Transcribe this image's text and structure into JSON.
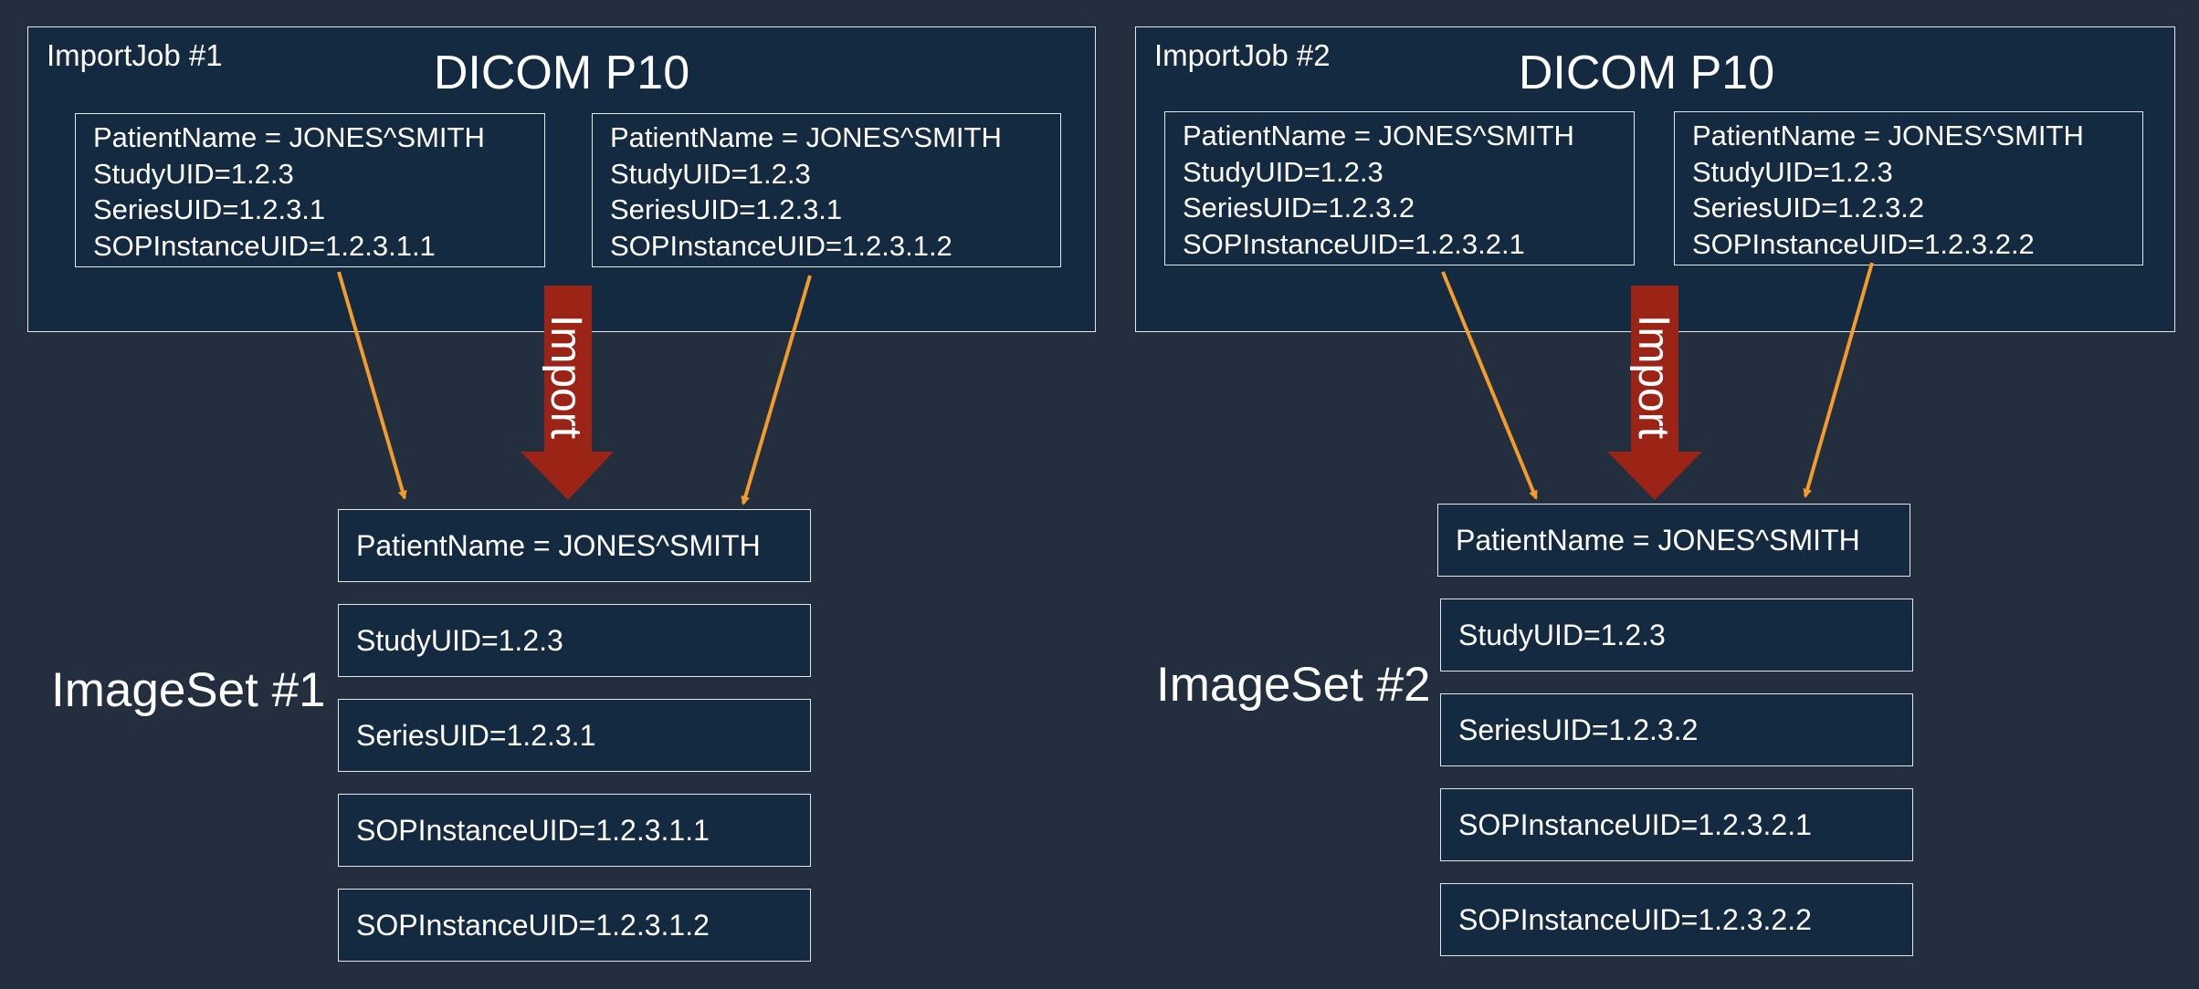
{
  "colors": {
    "background": "#232f3e",
    "box_fill": "#132a40",
    "arrow_orange": "#f39c2b",
    "import_arrow": "#9b2416"
  },
  "job1": {
    "label": "ImportJob #1",
    "title": "DICOM P10",
    "file_a": {
      "patient": "PatientName = JONES^SMITH",
      "study": "StudyUID=1.2.3",
      "series": "SeriesUID=1.2.3.1",
      "sop": "SOPInstanceUID=1.2.3.1.1"
    },
    "file_b": {
      "patient": "PatientName = JONES^SMITH",
      "study": "StudyUID=1.2.3",
      "series": "SeriesUID=1.2.3.1",
      "sop": "SOPInstanceUID=1.2.3.1.2"
    },
    "import_label": "Import"
  },
  "job2": {
    "label": "ImportJob #2",
    "title": "DICOM P10",
    "file_a": {
      "patient": "PatientName = JONES^SMITH",
      "study": "StudyUID=1.2.3",
      "series": "SeriesUID=1.2.3.2",
      "sop": "SOPInstanceUID=1.2.3.2.1"
    },
    "file_b": {
      "patient": "PatientName = JONES^SMITH",
      "study": "StudyUID=1.2.3",
      "series": "SeriesUID=1.2.3.2",
      "sop": "SOPInstanceUID=1.2.3.2.2"
    },
    "import_label": "Import"
  },
  "imageset1": {
    "label": "ImageSet #1",
    "patient": "PatientName = JONES^SMITH",
    "study": "StudyUID=1.2.3",
    "series": "SeriesUID=1.2.3.1",
    "sop1": "SOPInstanceUID=1.2.3.1.1",
    "sop2": "SOPInstanceUID=1.2.3.1.2"
  },
  "imageset2": {
    "label": "ImageSet #2",
    "patient": "PatientName = JONES^SMITH",
    "study": "StudyUID=1.2.3",
    "series": "SeriesUID=1.2.3.2",
    "sop1": "SOPInstanceUID=1.2.3.2.1",
    "sop2": "SOPInstanceUID=1.2.3.2.2"
  }
}
